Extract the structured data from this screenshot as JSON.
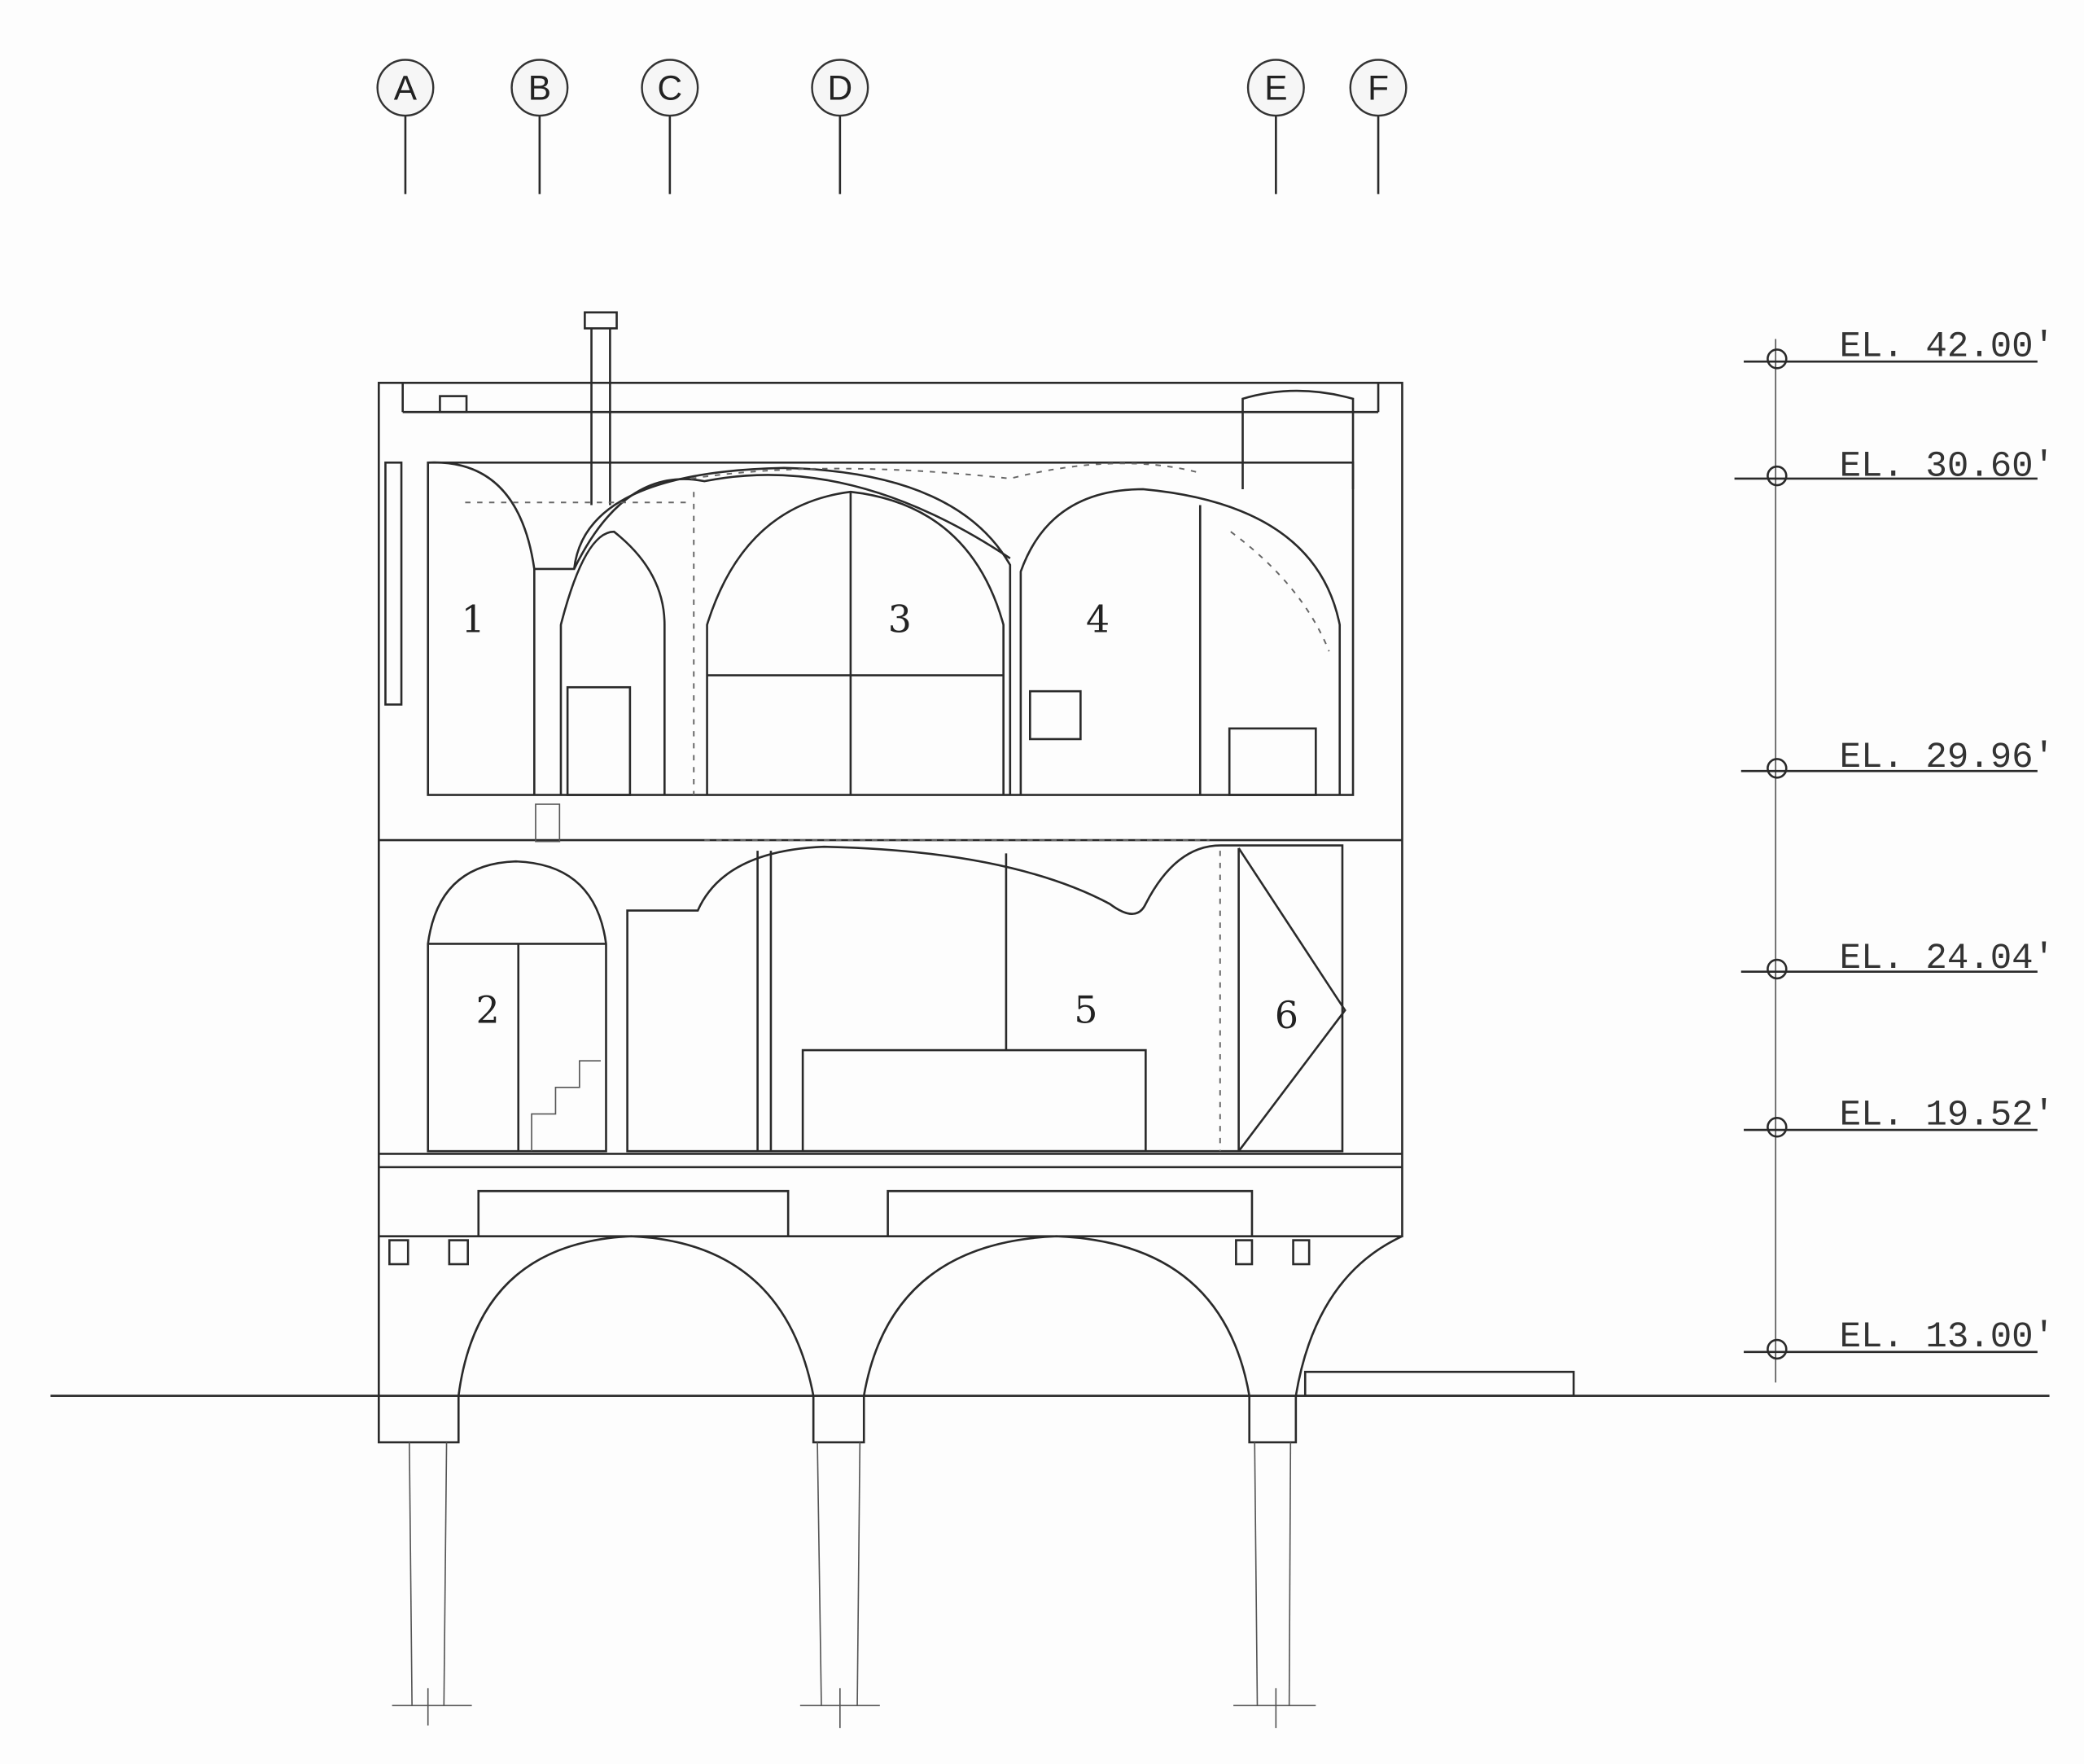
{
  "drawing": {
    "grid_lines": [
      "A",
      "B",
      "C",
      "D",
      "E",
      "F"
    ],
    "elevations": [
      "EL. 42.00'",
      "EL. 30.60'",
      "EL. 29.96'",
      "EL. 24.04'",
      "EL. 19.52'",
      "EL. 13.00'"
    ],
    "rooms": [
      "1",
      "3",
      "4",
      "2",
      "5",
      "6"
    ],
    "line_color": "#2a2a2a"
  }
}
